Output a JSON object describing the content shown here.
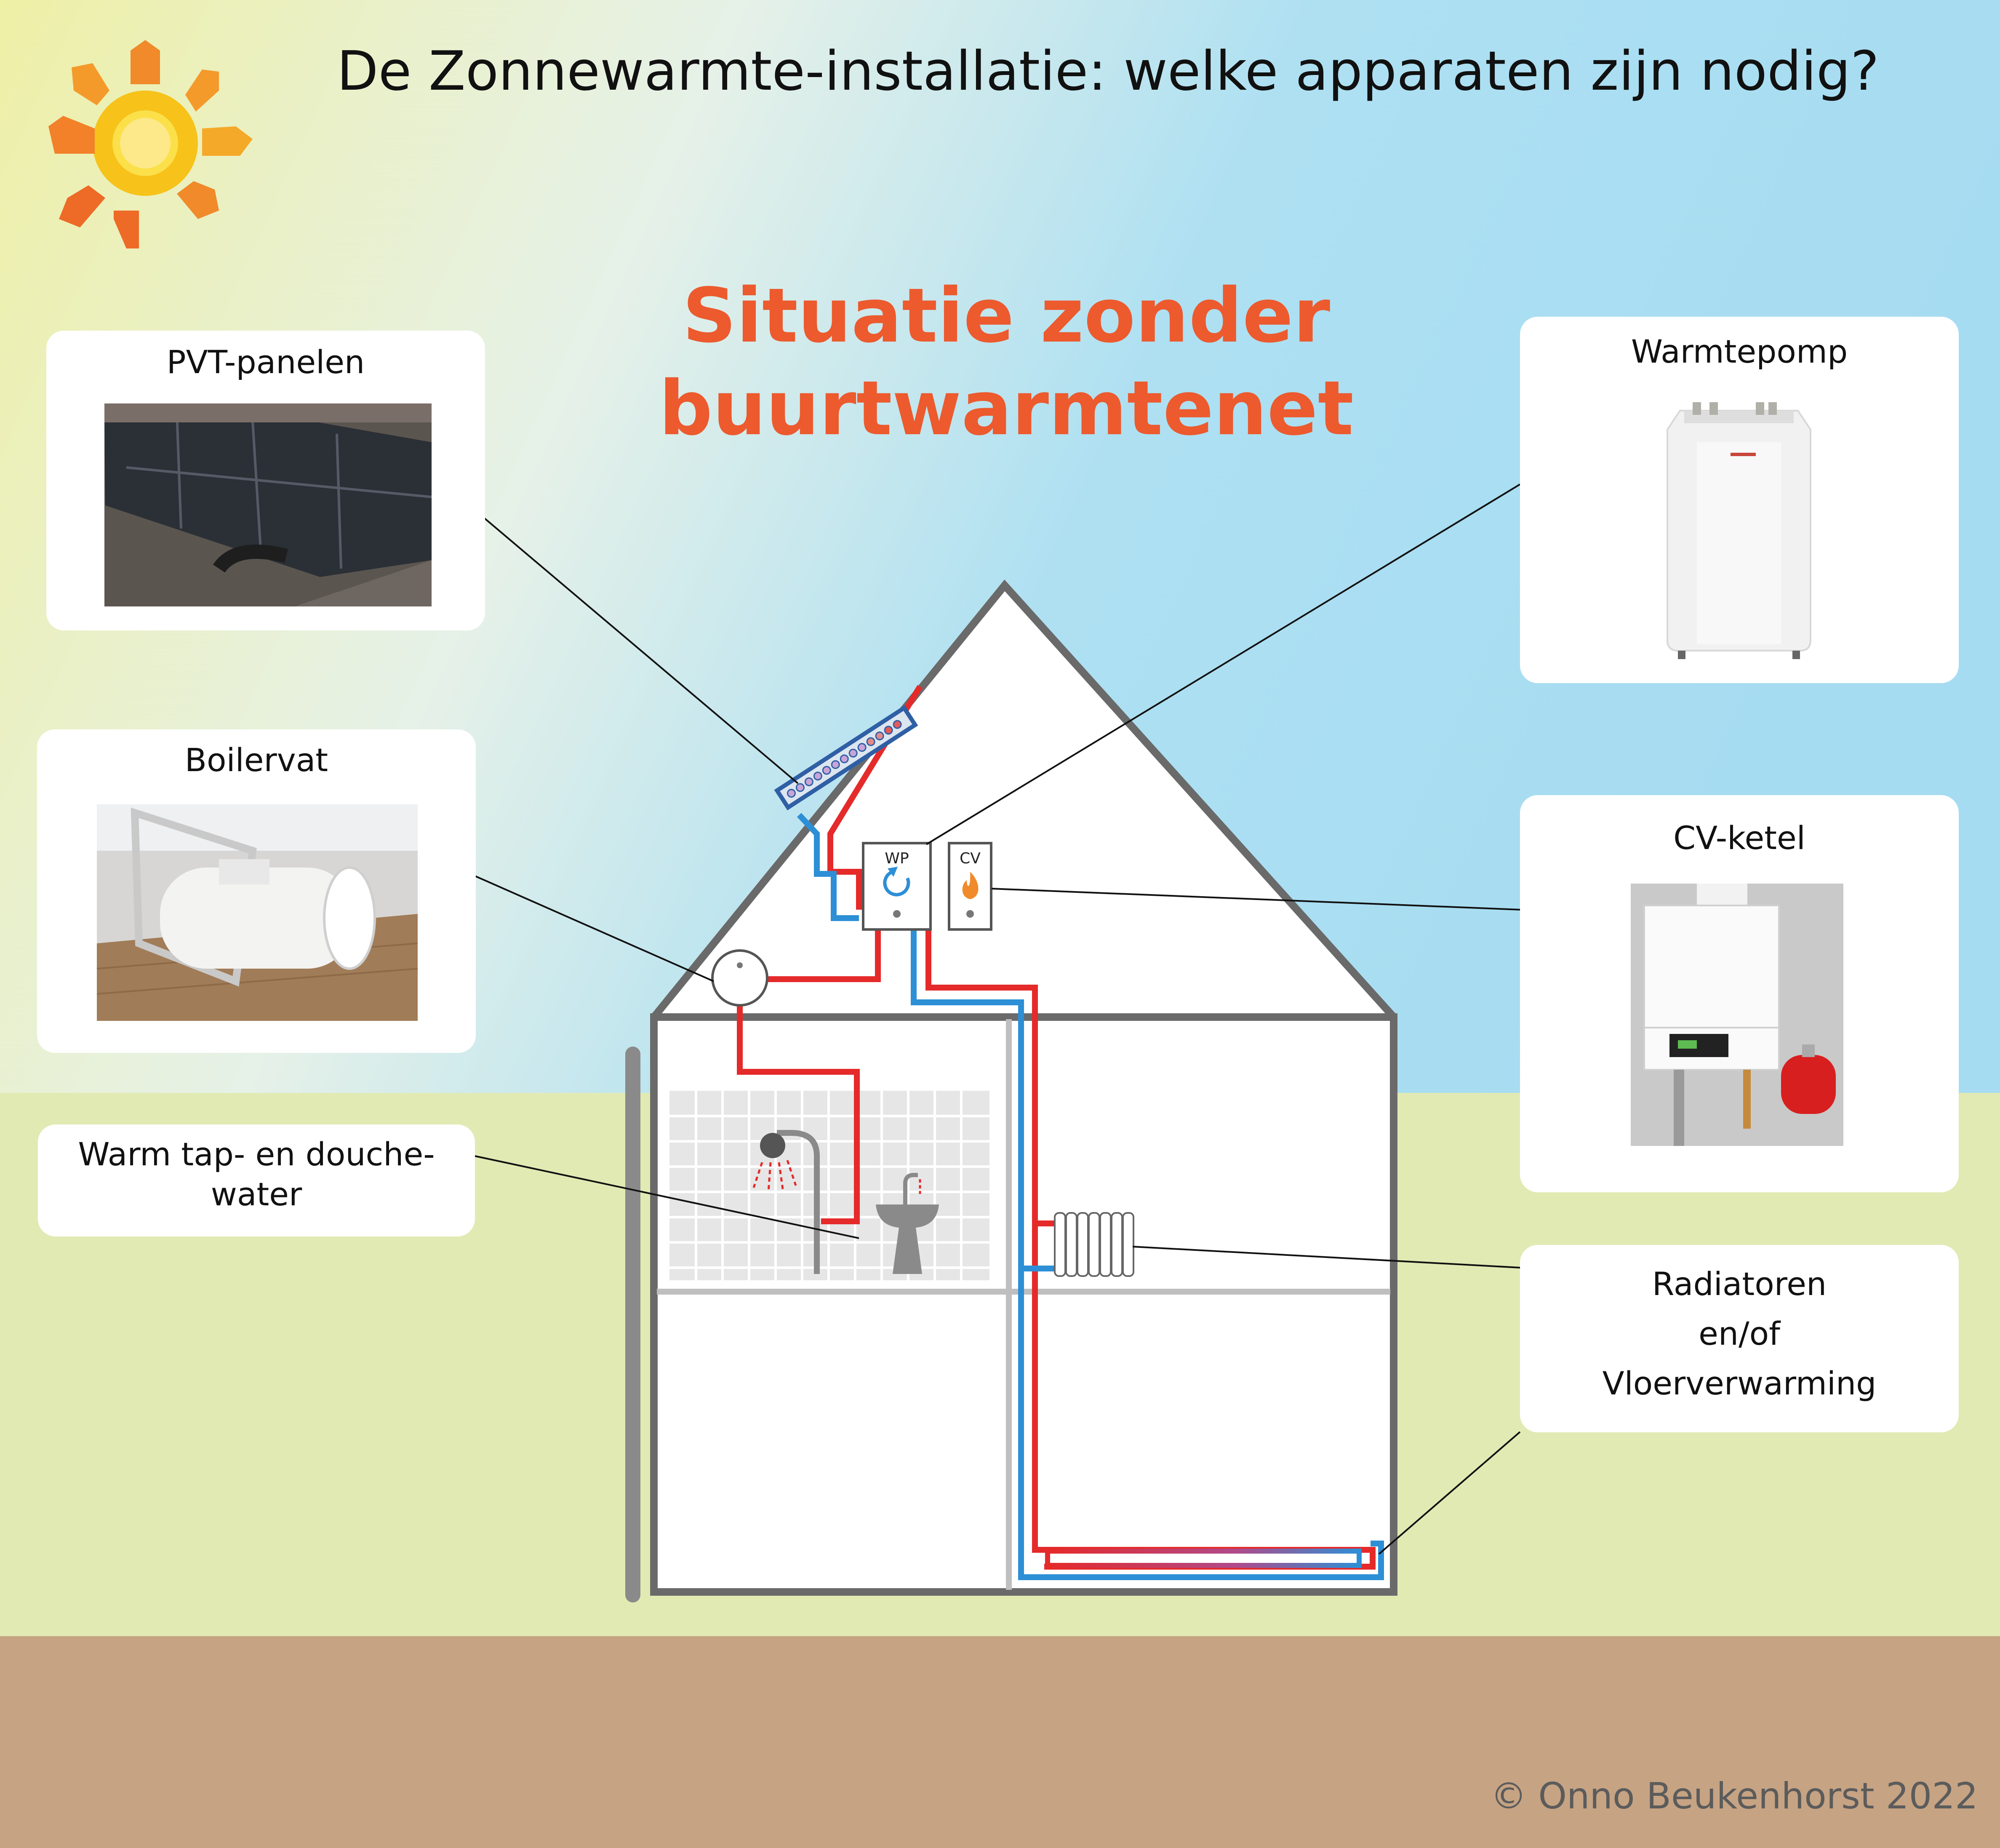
{
  "header": {
    "title": "De Zonnewarmte-installatie: welke apparaten zijn nodig?",
    "subtitle_line1": "Situatie zonder",
    "subtitle_line2": "buurtwarmtenet"
  },
  "cards": {
    "pvt": {
      "label": "PVT-panelen",
      "photo": "solar-panels-on-roof"
    },
    "boiler": {
      "label": "Boilervat",
      "photo": "boiler-tank-on-stand"
    },
    "tapwater": {
      "label_line1": "Warm tap- en douche-",
      "label_line2": "water"
    },
    "heatpump": {
      "label": "Warmtepomp",
      "photo": "heat-pump-unit"
    },
    "cvketel": {
      "label": "CV-ketel",
      "photo": "wall-mounted-boiler"
    },
    "radiators": {
      "label_line1": "Radiatoren",
      "label_line2": "en/of",
      "label_line3": "Vloerverwarming"
    }
  },
  "devices": {
    "wp_label": "WP",
    "cv_label": "CV"
  },
  "footer": {
    "copyright": "© Onno Beukenhorst 2022"
  },
  "colors": {
    "hot_pipe": "#e52a2a",
    "cold_pipe": "#2d8fd6",
    "title_accent": "#ec5a2e",
    "ground": "#c6a383",
    "grass": "#e2eab4",
    "sky": "#aee0f2"
  }
}
